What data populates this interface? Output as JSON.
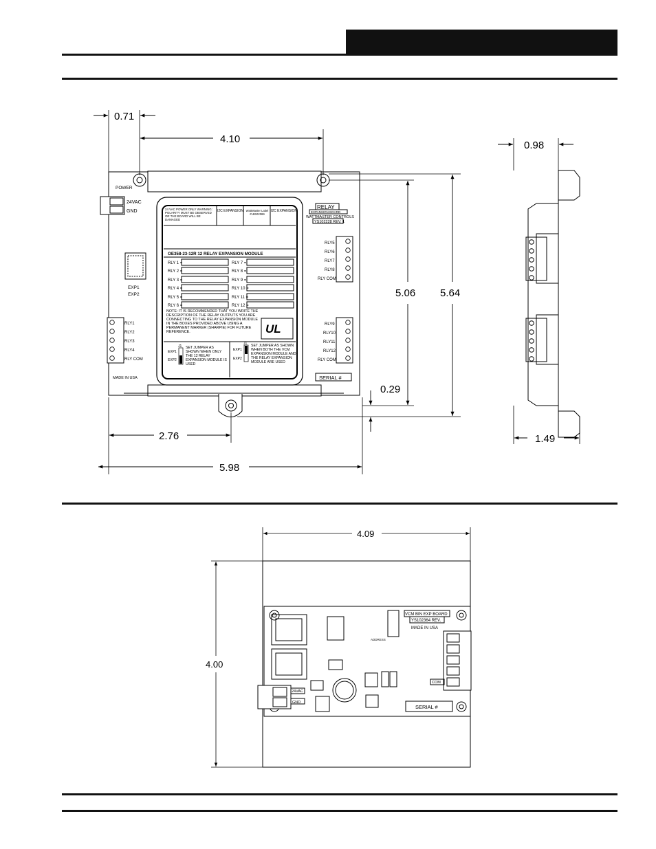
{
  "top_figure": {
    "dimensions": {
      "left_offset": "0.71",
      "mount_hole_spacing": "4.10",
      "side_depth_top": "0.98",
      "inner_height": "5.06",
      "overall_height": "5.64",
      "bottom_offset": "0.29",
      "bottom_hole_offset": "2.76",
      "overall_width": "5.98",
      "side_depth_bottom": "1.49"
    },
    "board": {
      "power_label": "POWER",
      "vac_label": "24VAC",
      "gnd_label": "GND",
      "exp1": "EXP1",
      "exp2": "EXP2",
      "made_in": "MADE IN USA",
      "left_relays": [
        "RLY1",
        "RLY2",
        "RLY3",
        "RLY4",
        "RLY COM"
      ],
      "right_relays_top": [
        "RLY5",
        "RLY6",
        "RLY7",
        "RLY8",
        "RLY COM"
      ],
      "right_relays_bottom": [
        "RLY9",
        "RLY10",
        "RLY11",
        "RLY12",
        "RLY COM"
      ],
      "relay_title": "RELAY",
      "relay_sub": "EXPANSION BOARD",
      "brand": "WATTMASTER CONTROLS",
      "part_no": "YS102228 REV. 1",
      "serial": "SERIAL #"
    },
    "label_card": {
      "warning": "24 VAC POWER ONLY WARNING: POLARITY MUST BE OBSERVED OR THE BOARD WILL BE DAMAGED",
      "i2c_exp": "I2C EXPANSION",
      "wattmaster_label": "WattMaster Label #LB102069",
      "i2c_exp2": "I2C EXPANSION",
      "title": "OE358-23-12R 12 RELAY EXPANSION MODULE",
      "rly_left": [
        "RLY 1 =",
        "RLY 2 =",
        "RLY 3 =",
        "RLY 4 =",
        "RLY 5 =",
        "RLY 6 ="
      ],
      "rly_right": [
        "RLY 7 =",
        "RLY 8 =",
        "RLY 9 =",
        "RLY 10 =",
        "RLY 11 =",
        "RLY 12 ="
      ],
      "note": "NOTE: IT IS RECOMMENDED THAT YOU WRITE THE DESCRIPTION OF THE RELAY OUTPUTS YOU ARE CONNECTING TO THE RELAY EXPANSION MODULE IN THE BOXES PROVIDED ABOVE USING A PERMANENT MARKER (SHARPIE) FOR FUTURE REFERENCE.",
      "jumper1": "SET JUMPER AS SHOWN WHEN ONLY THE 12 RELAY EXPANSION MODULE IS USED",
      "jumper2": "SET JUMPER AS SHOWN WHEN BOTH THE VCM EXPANSION MODULE AND THE RELAY EXPANSION MODULE ARE USED",
      "exp1": "EXP1",
      "exp2": "EXP2",
      "j1": "J1",
      "ul": "UL"
    }
  },
  "bottom_figure": {
    "dimensions": {
      "width": "4.09",
      "height": "4.00"
    },
    "board": {
      "title": "VCM BIN EXP BOARD",
      "part_no": "YS102364 REV.",
      "made_in": "MADE IN USA",
      "address": "ADDRESS",
      "vac": "24VAC",
      "gnd": "GND",
      "com": "COM",
      "serial": "SERIAL #"
    }
  }
}
